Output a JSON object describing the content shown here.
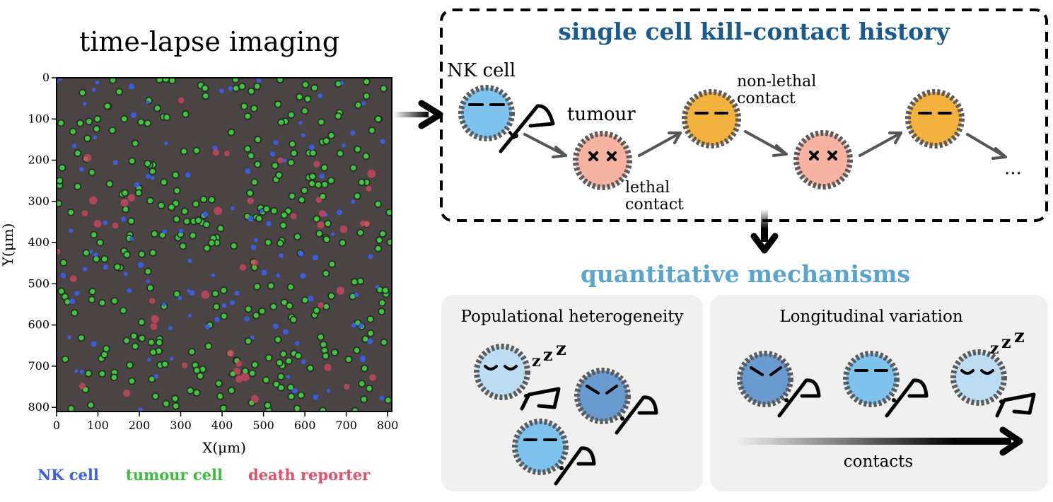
{
  "left_title": "time-lapse imaging",
  "microscopy_plot": {
    "xlabel": "X(μm)",
    "ylabel": "Y(μm)",
    "x_ticks": [
      "0",
      "100",
      "200",
      "300",
      "400",
      "500",
      "600",
      "700",
      "800"
    ],
    "y_ticks": [
      "0",
      "100",
      "200",
      "300",
      "400",
      "500",
      "600",
      "700",
      "800"
    ],
    "xlim": [
      0,
      810
    ],
    "ylim": [
      810,
      0
    ]
  },
  "channel_legend": [
    {
      "label": "NK cell",
      "color": "#3b5ee8"
    },
    {
      "label": "tumour cell",
      "color": "#3cbe3c"
    },
    {
      "label": "death reporter",
      "color": "#e2506a"
    }
  ],
  "history": {
    "title": "single cell kill-contact history",
    "title_color": "#1a5a8c",
    "nk_label": "NK cell",
    "tumour_label": "tumour",
    "lethal_label": [
      "lethal",
      "contact"
    ],
    "nonlethal_label": [
      "non-lethal",
      "contact"
    ],
    "ellipsis": "..."
  },
  "mechanisms": {
    "title": "quantitative mechanisms",
    "title_color": "#5aa5cf",
    "panel_left_title": "Populational heterogeneity",
    "panel_right_title": "Longitudinal variation",
    "arrow_label": "contacts"
  },
  "colors": {
    "nk_light": "#7dc3ee",
    "nk_pale": "#bcdcf2",
    "nk_dark": "#6a9bd0",
    "tumour_dead": "#f6b3a2",
    "tumour_alive": "#f3b13e",
    "cell_border": "#5a5a5a",
    "panel_bg": "#f0f0f0",
    "micro_bg": "#4a4444"
  }
}
